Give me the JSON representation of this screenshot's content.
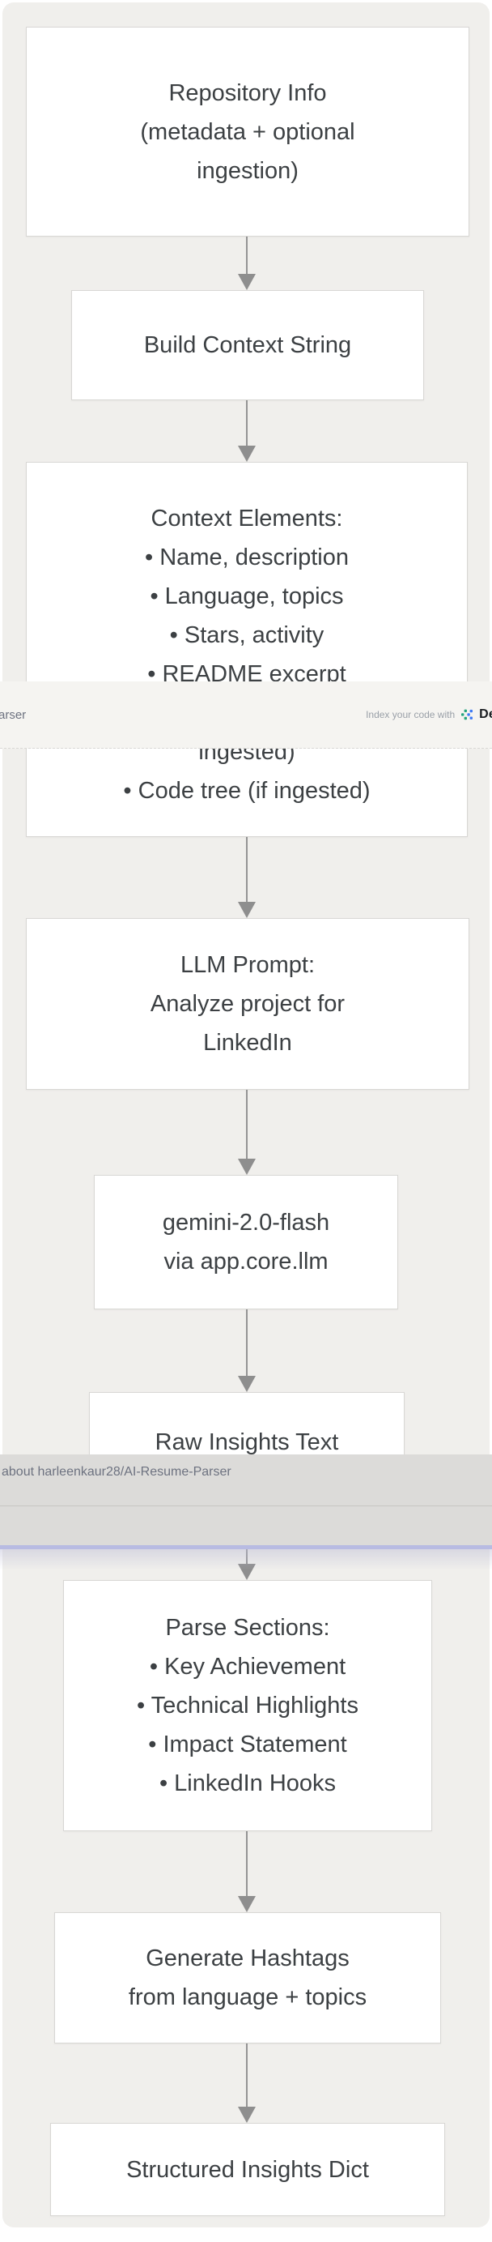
{
  "page": {
    "canvas_bg": "#f0efec",
    "node_border": "#d8d7d4",
    "arrow_color": "#8e8e8e"
  },
  "flow": {
    "box1": {
      "lines": [
        "Repository Info",
        "(metadata + optional",
        "ingestion)"
      ]
    },
    "box2": {
      "label": "Build Context String"
    },
    "box3": {
      "lines": [
        "Context Elements:",
        "• Name, description",
        "• Language, topics",
        "• Stars, activity",
        "• README excerpt",
        "",
        "ingested)",
        "• Code tree (if ingested)"
      ]
    },
    "box4": {
      "lines": [
        "LLM Prompt:",
        "Analyze project for",
        "LinkedIn"
      ]
    },
    "box5": {
      "lines": [
        "gemini-2.0-flash",
        "via app.core.llm"
      ]
    },
    "box6": {
      "label": "Raw Insights Text"
    },
    "box7": {
      "lines": [
        "Parse Sections:",
        "• Key Achievement",
        "• Technical Highlights",
        "• Impact Statement",
        "• LinkedIn Hooks"
      ]
    },
    "box8": {
      "lines": [
        "Generate Hashtags",
        "from language + topics"
      ]
    },
    "box9": {
      "label": "Structured Insights Dict"
    }
  },
  "header_overlay": {
    "title_fragment": "arser",
    "index_text": "Index your code with",
    "brand_fragment": "De",
    "logo_teal": "#23a47d",
    "logo_blue": "#3c79f5"
  },
  "chat_overlay": {
    "question_fragment": "about harleenkaur28/AI-Resume-Parser",
    "focus_ring_color": "#b8bbe2"
  }
}
